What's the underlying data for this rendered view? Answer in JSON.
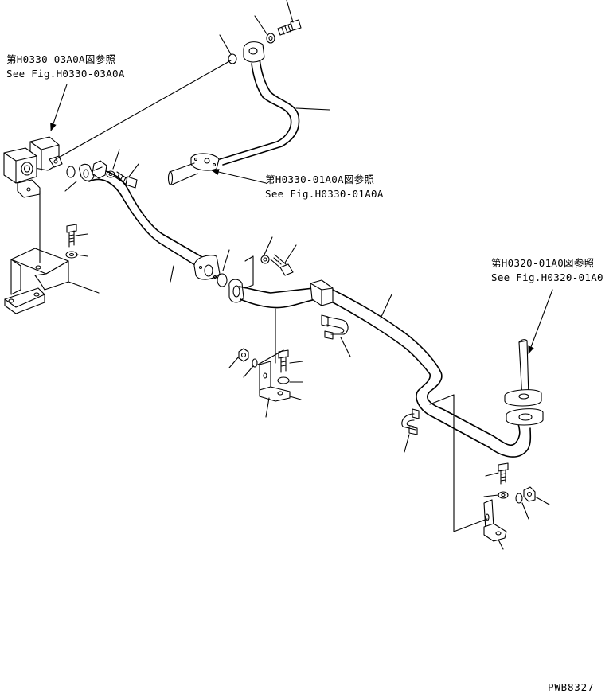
{
  "references": [
    {
      "jp": "第H0330-03A0A図参照",
      "en": "See Fig.H0330-03A0A"
    },
    {
      "jp": "第H0330-01A0A図参照",
      "en": "See Fig.H0330-01A0A"
    },
    {
      "jp": "第H0320-01A0図参照",
      "en": "See Fig.H0320-01A0"
    }
  ],
  "drawing_code": "PWB8327"
}
